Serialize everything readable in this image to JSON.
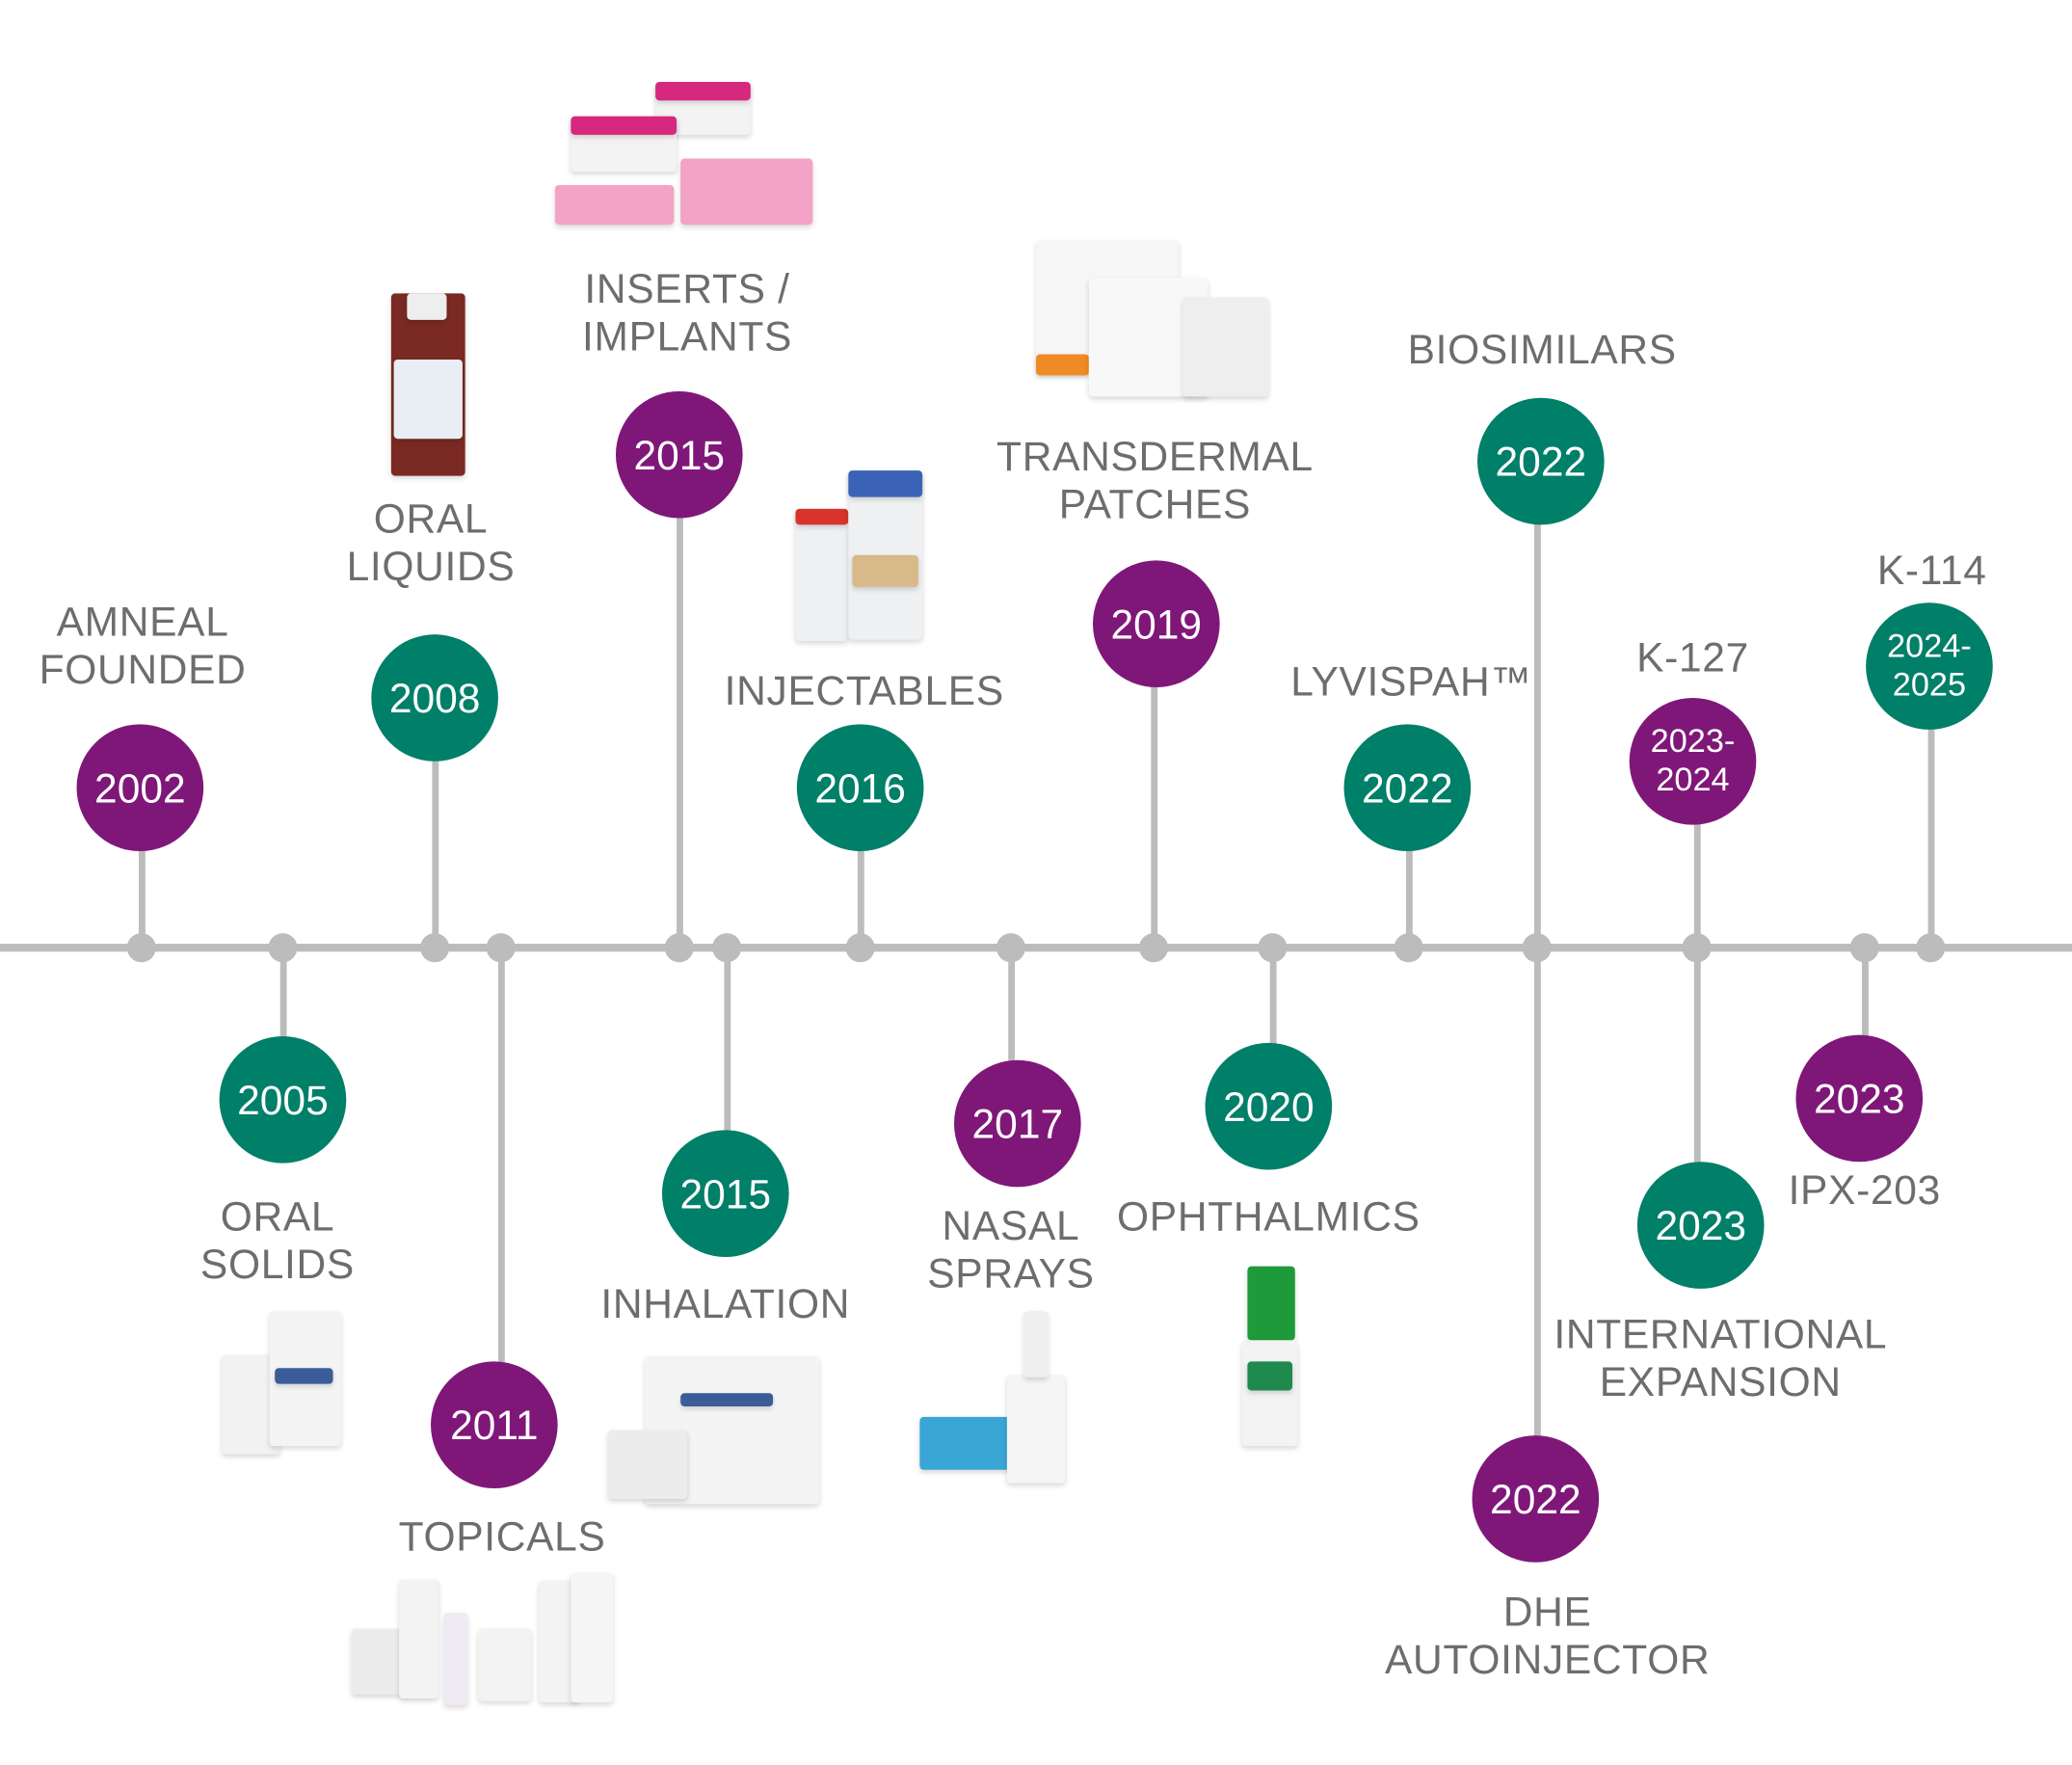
{
  "colors": {
    "purple": "#7f1779",
    "green": "#007f69",
    "line": "#bcbcbc",
    "text": "#6d6d6d"
  },
  "events": [
    {
      "year": "2002",
      "label": [
        "AMNEAL",
        "FOUNDED"
      ],
      "color": "purple",
      "side": "above"
    },
    {
      "year": "2005",
      "label": [
        "ORAL",
        "SOLIDS"
      ],
      "color": "green",
      "side": "below"
    },
    {
      "year": "2008",
      "label": [
        "ORAL",
        "LIQUIDS"
      ],
      "color": "green",
      "side": "above"
    },
    {
      "year": "2011",
      "label": [
        "TOPICALS"
      ],
      "color": "purple",
      "side": "below"
    },
    {
      "year": "2015",
      "label": [
        "INSERTS /",
        "IMPLANTS"
      ],
      "color": "purple",
      "side": "above"
    },
    {
      "year": "2015",
      "label": [
        "INHALATION"
      ],
      "color": "green",
      "side": "below"
    },
    {
      "year": "2016",
      "label": [
        "INJECTABLES"
      ],
      "color": "green",
      "side": "above"
    },
    {
      "year": "2017",
      "label": [
        "NASAL",
        "SPRAYS"
      ],
      "color": "purple",
      "side": "below"
    },
    {
      "year": "2019",
      "label": [
        "TRANSDERMAL",
        "PATCHES"
      ],
      "color": "purple",
      "side": "above"
    },
    {
      "year": "2020",
      "label": [
        "OPHTHALMICS"
      ],
      "color": "green",
      "side": "below"
    },
    {
      "year": "2022",
      "label": [
        "LYVISPAH™"
      ],
      "color": "green",
      "side": "above"
    },
    {
      "year": "2022",
      "label": [
        "BIOSIMILARS"
      ],
      "color": "green",
      "side": "above"
    },
    {
      "year": "2022",
      "label": [
        "DHE",
        "AUTOINJECTOR"
      ],
      "color": "purple",
      "side": "below"
    },
    {
      "year": "2023-\n2024",
      "label": [
        "K-127"
      ],
      "color": "purple",
      "side": "above"
    },
    {
      "year": "2023",
      "label": [
        "INTERNATIONAL",
        "EXPANSION"
      ],
      "color": "green",
      "side": "below"
    },
    {
      "year": "2023",
      "label": [
        "IPX-203"
      ],
      "color": "purple",
      "side": "below"
    },
    {
      "year": "2024-\n2025",
      "label": [
        "K-114"
      ],
      "color": "green",
      "side": "above"
    }
  ],
  "products": [
    "oral-liquid-bottle",
    "yuvafem-inserts",
    "injectable-vials",
    "rivastigmine-transdermal-patch",
    "folic-acid-tablet-bottles",
    "topical-products",
    "tobramycin-inhalation-solution",
    "nasal-spray",
    "ophthalmic-dropper-bottle"
  ]
}
